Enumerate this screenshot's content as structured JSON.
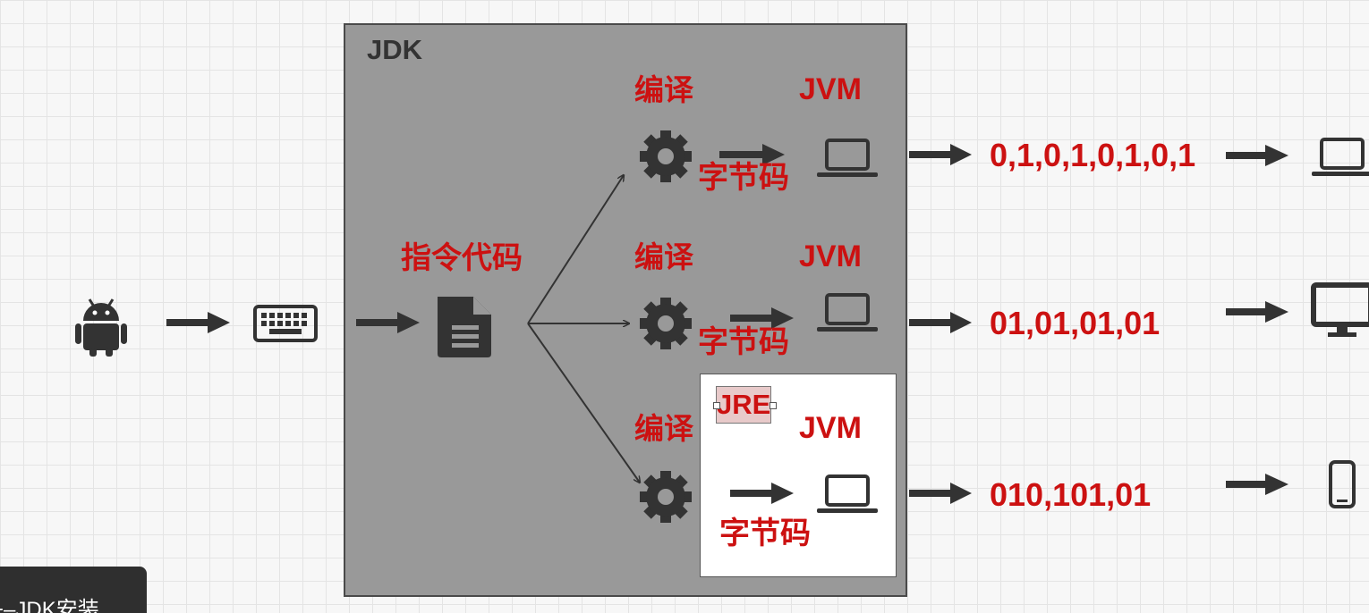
{
  "boxes": {
    "jdk_label": "JDK",
    "jre_label": "JRE"
  },
  "source": {
    "label": "指令代码"
  },
  "rows": [
    {
      "compile_label": "编译",
      "bytecode_label": "字节码",
      "jvm_label": "JVM",
      "machine_code": "0,1,0,1,0,1,0,1",
      "device_icon": "laptop-icon"
    },
    {
      "compile_label": "编译",
      "bytecode_label": "字节码",
      "jvm_label": "JVM",
      "machine_code": "01,01,01,01",
      "device_icon": "monitor-icon"
    },
    {
      "compile_label": "编译",
      "bytecode_label": "字节码",
      "jvm_label": "JVM",
      "machine_code": "010,101,01",
      "device_icon": "phone-icon"
    }
  ],
  "icons": {
    "developer": "android-icon",
    "input": "keyboard-icon",
    "document": "file-icon",
    "compiler": "gear-icon",
    "jvm": "laptop-icon"
  },
  "caption": {
    "text": "+–JDK安装"
  },
  "colors": {
    "label_red": "#cc1111",
    "jdk_fill": "#999999",
    "icon_dark": "#333333"
  }
}
